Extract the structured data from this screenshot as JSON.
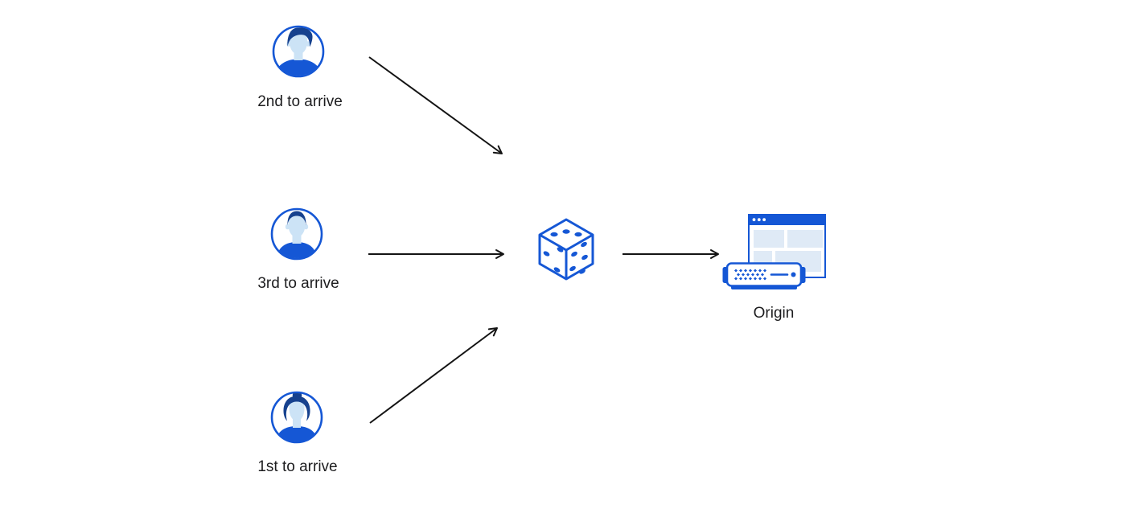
{
  "colors": {
    "primary_blue": "#1557d5",
    "hair_navy": "#16418e",
    "face_light": "#cce3f6",
    "panel_light": "#dfeaf6",
    "arrow_black": "#141414",
    "label_text": "#1d1d1f",
    "background": "#ffffff"
  },
  "nodes": {
    "user_top": {
      "label": "2nd to arrive",
      "icon": "male-user-avatar-icon"
    },
    "user_middle": {
      "label": "3rd to arrive",
      "icon": "male-user-avatar-icon"
    },
    "user_bottom": {
      "label": "1st to arrive",
      "icon": "female-user-avatar-icon"
    },
    "randomizer": {
      "icon": "dice-icon"
    },
    "origin": {
      "label": "Origin",
      "icon": "origin-server-icon"
    }
  },
  "arrows": [
    {
      "name": "user-top-to-dice",
      "from": "user_top",
      "to": "randomizer"
    },
    {
      "name": "user-middle-to-dice",
      "from": "user_middle",
      "to": "randomizer"
    },
    {
      "name": "user-bottom-to-dice",
      "from": "user_bottom",
      "to": "randomizer"
    },
    {
      "name": "dice-to-origin",
      "from": "randomizer",
      "to": "origin"
    }
  ]
}
